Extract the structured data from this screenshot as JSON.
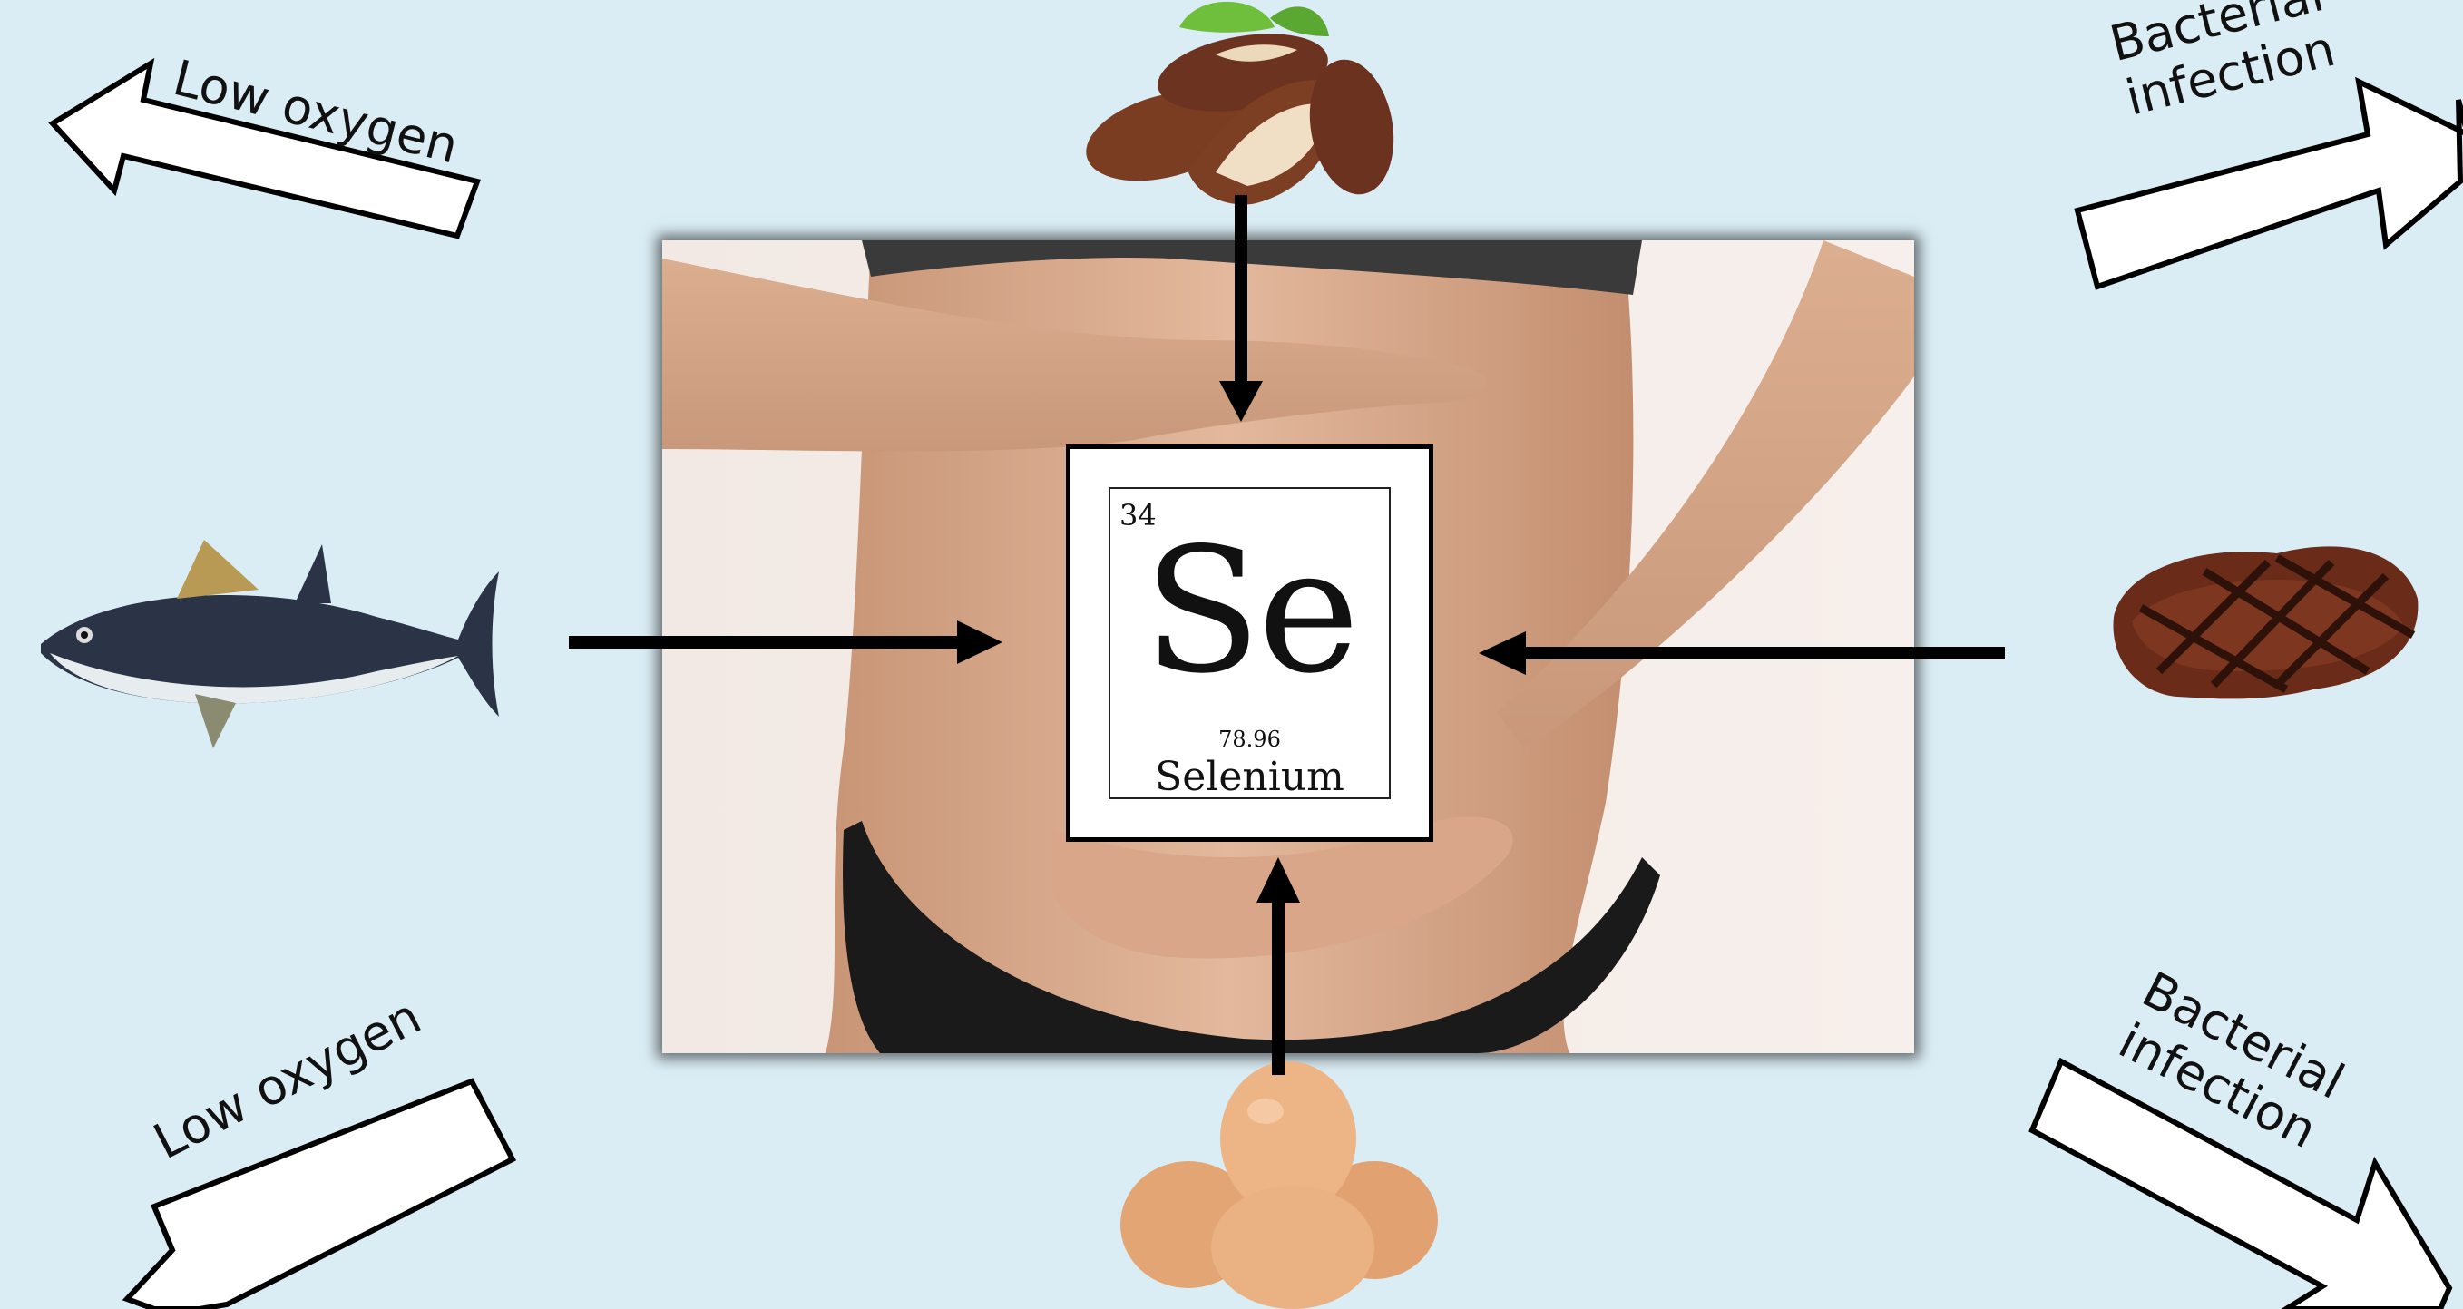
{
  "element": {
    "atomic_number": "34",
    "symbol": "Se",
    "atomic_mass": "78.96",
    "name": "Selenium"
  },
  "outer_arrows": [
    {
      "label": "Low oxygen",
      "direction": "up-left"
    },
    {
      "label": "Bacterial\ninfection",
      "direction": "up-right"
    },
    {
      "label": "Low oxygen",
      "direction": "down-left"
    },
    {
      "label": "Bacterial\ninfection",
      "direction": "down-right"
    }
  ],
  "sources": [
    {
      "name": "brazil-nuts",
      "position": "top"
    },
    {
      "name": "tuna",
      "position": "left"
    },
    {
      "name": "steak",
      "position": "right"
    },
    {
      "name": "eggs",
      "position": "bottom"
    }
  ],
  "colors": {
    "background": "#daedf4",
    "arrow_fill": "#ffffff",
    "arrow_stroke": "#000000",
    "pointer": "#000000"
  }
}
